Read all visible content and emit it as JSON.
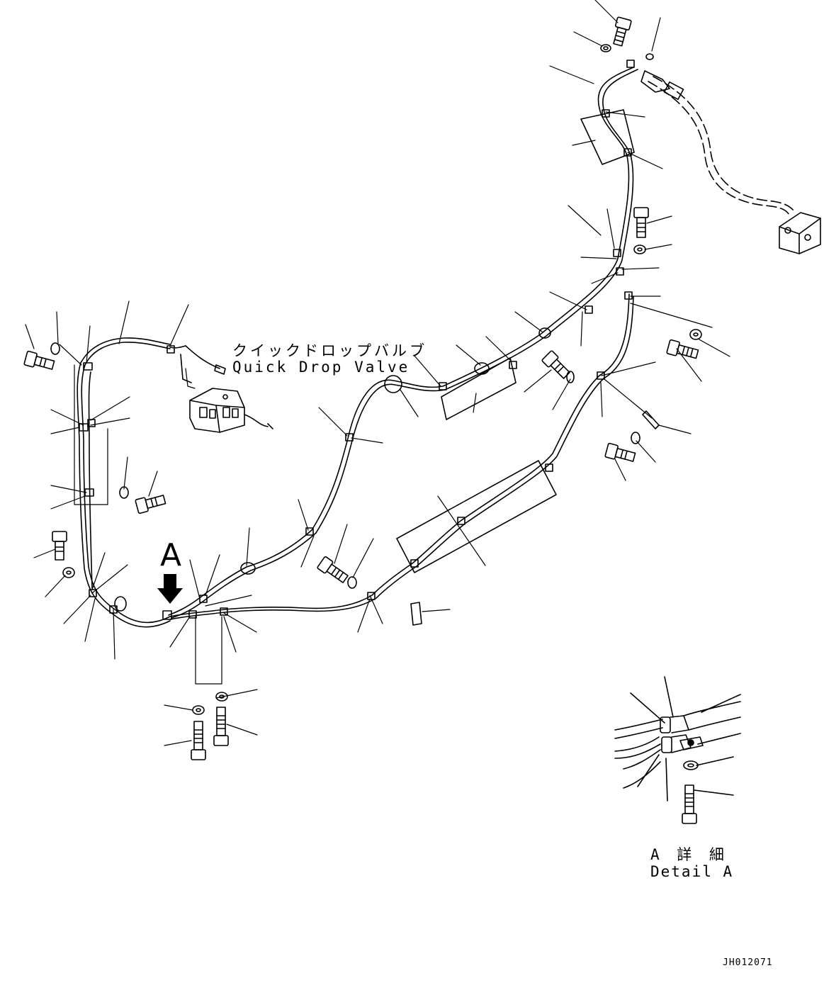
{
  "labels": {
    "valve_name_jp": "クイックドロップバルブ",
    "valve_name_en": "Quick Drop Valve",
    "view_arrow_letter": "A",
    "detail_title_jp": "A 詳 細",
    "detail_title_en": "Detail A",
    "drawing_number": "JH012071"
  }
}
